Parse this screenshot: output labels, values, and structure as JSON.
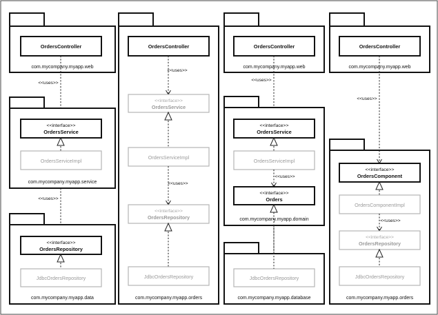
{
  "stereotypes": {
    "interface": "<<interface>>",
    "uses": "<<uses>>"
  },
  "classes": {
    "orders_controller": "OrdersController",
    "orders_service": "OrdersService",
    "orders_service_impl": "OrdersServiceImpl",
    "orders_repository": "OrdersRepository",
    "jdbc_orders_repository": "JdbcOrdersRepository",
    "orders": "Orders",
    "orders_component": "OrdersComponent",
    "orders_component_impl": "OrdersComponentImpl"
  },
  "packages": {
    "web": "com.mycompany.myapp.web",
    "service": "com.mycompany.myapp.service",
    "data": "com.mycompany.myapp.data",
    "orders": "com.mycompany.myapp.orders",
    "domain": "com.mycompany.myapp.domain",
    "database": "com.mycompany.myapp.database"
  },
  "colors": {
    "line": "#111111",
    "faded": "#9a9a9a"
  }
}
